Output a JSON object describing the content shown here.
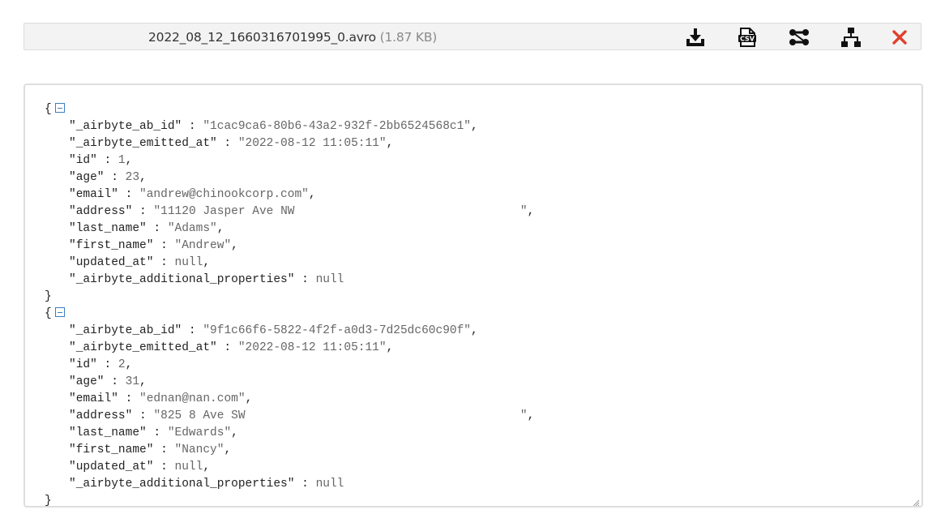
{
  "file": {
    "name": "2022_08_12_1660316701995_0.avro",
    "size": "(1.87 KB)"
  },
  "toolbar": {
    "icons": [
      "download-icon",
      "csv-icon",
      "graph-icon",
      "tree-icon",
      "close-icon"
    ],
    "close_color": "#e0402f"
  },
  "records": [
    {
      "open": "{",
      "close": "}",
      "fields": [
        {
          "k": "\"_airbyte_ab_id\"",
          "sep": " : ",
          "v": "\"1cac9ca6-80b6-43a2-932f-2bb6524568c1\"",
          "t": ","
        },
        {
          "k": "\"_airbyte_emitted_at\"",
          "sep": " : ",
          "v": "\"2022-08-12 11:05:11\"",
          "t": ","
        },
        {
          "k": "\"id\"",
          "sep": " : ",
          "v": "1",
          "t": ","
        },
        {
          "k": "\"age\"",
          "sep": " : ",
          "v": "23",
          "t": ","
        },
        {
          "k": "\"email\"",
          "sep": " : ",
          "v": "\"andrew@chinookcorp.com\"",
          "t": ","
        },
        {
          "k": "\"address\"",
          "sep": " : ",
          "v": "\"11120 Jasper Ave NW                                \"",
          "t": ","
        },
        {
          "k": "\"last_name\"",
          "sep": " : ",
          "v": "\"Adams\"",
          "t": ","
        },
        {
          "k": "\"first_name\"",
          "sep": " : ",
          "v": "\"Andrew\"",
          "t": ","
        },
        {
          "k": "\"updated_at\"",
          "sep": " : ",
          "v": "null",
          "t": ","
        },
        {
          "k": "\"_airbyte_additional_properties\"",
          "sep": " : ",
          "v": "null",
          "t": ""
        }
      ]
    },
    {
      "open": "{",
      "close": "}",
      "fields": [
        {
          "k": "\"_airbyte_ab_id\"",
          "sep": " : ",
          "v": "\"9f1c66f6-5822-4f2f-a0d3-7d25dc60c90f\"",
          "t": ","
        },
        {
          "k": "\"_airbyte_emitted_at\"",
          "sep": " : ",
          "v": "\"2022-08-12 11:05:11\"",
          "t": ","
        },
        {
          "k": "\"id\"",
          "sep": " : ",
          "v": "2",
          "t": ","
        },
        {
          "k": "\"age\"",
          "sep": " : ",
          "v": "31",
          "t": ","
        },
        {
          "k": "\"email\"",
          "sep": " : ",
          "v": "\"ednan@nan.com\"",
          "t": ","
        },
        {
          "k": "\"address\"",
          "sep": " : ",
          "v": "\"825 8 Ave SW                                       \"",
          "t": ","
        },
        {
          "k": "\"last_name\"",
          "sep": " : ",
          "v": "\"Edwards\"",
          "t": ","
        },
        {
          "k": "\"first_name\"",
          "sep": " : ",
          "v": "\"Nancy\"",
          "t": ","
        },
        {
          "k": "\"updated_at\"",
          "sep": " : ",
          "v": "null",
          "t": ","
        },
        {
          "k": "\"_airbyte_additional_properties\"",
          "sep": " : ",
          "v": "null",
          "t": ""
        }
      ]
    }
  ]
}
